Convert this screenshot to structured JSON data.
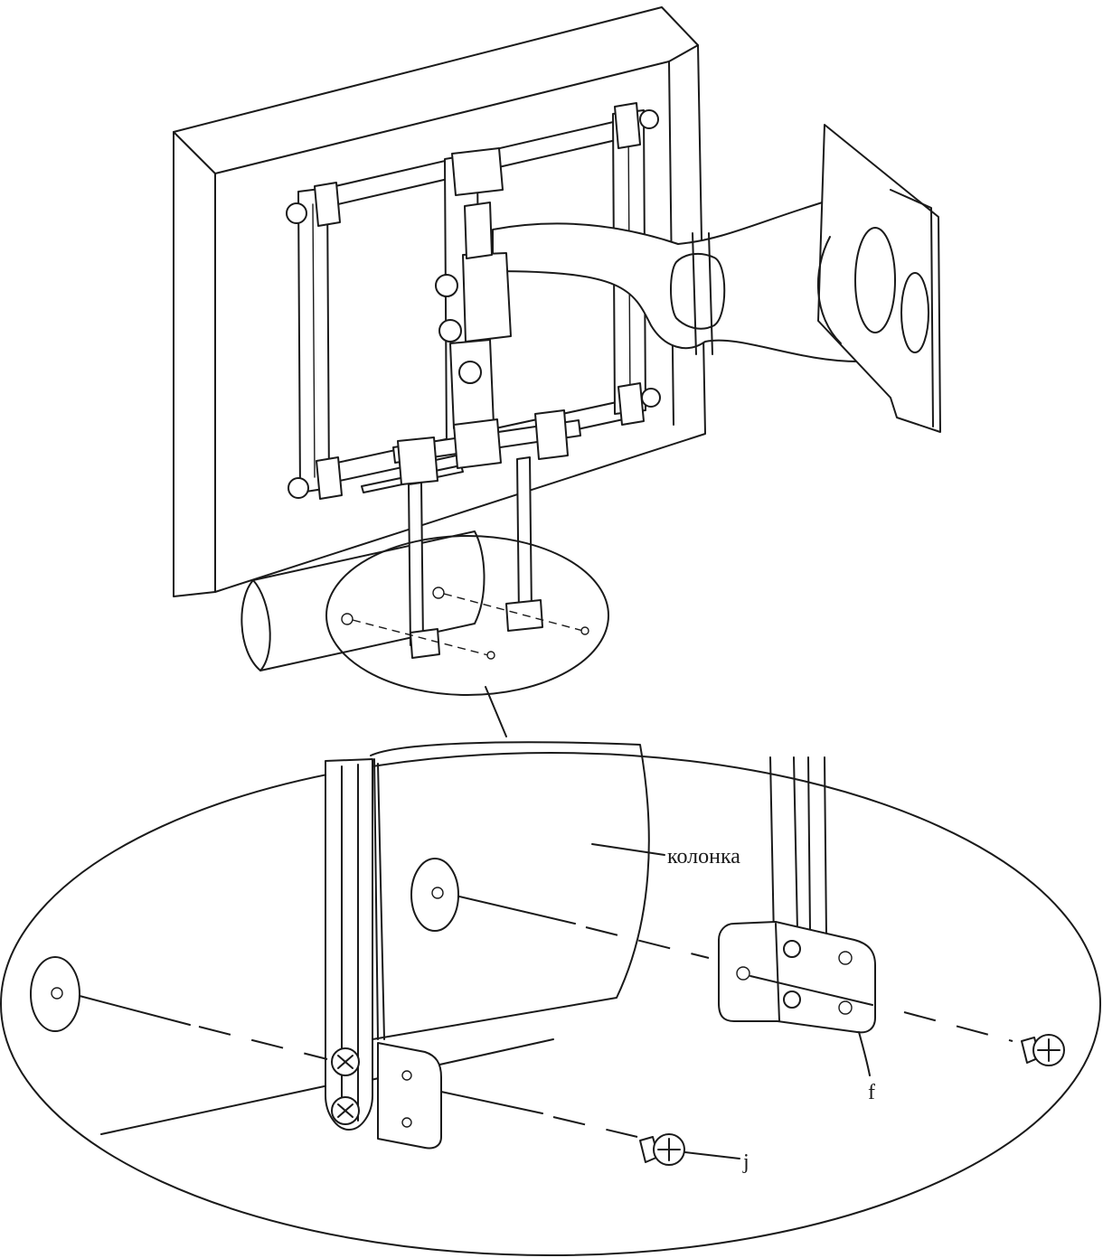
{
  "labels": {
    "speaker": "колонка",
    "bracket": "f",
    "screw": "j"
  }
}
